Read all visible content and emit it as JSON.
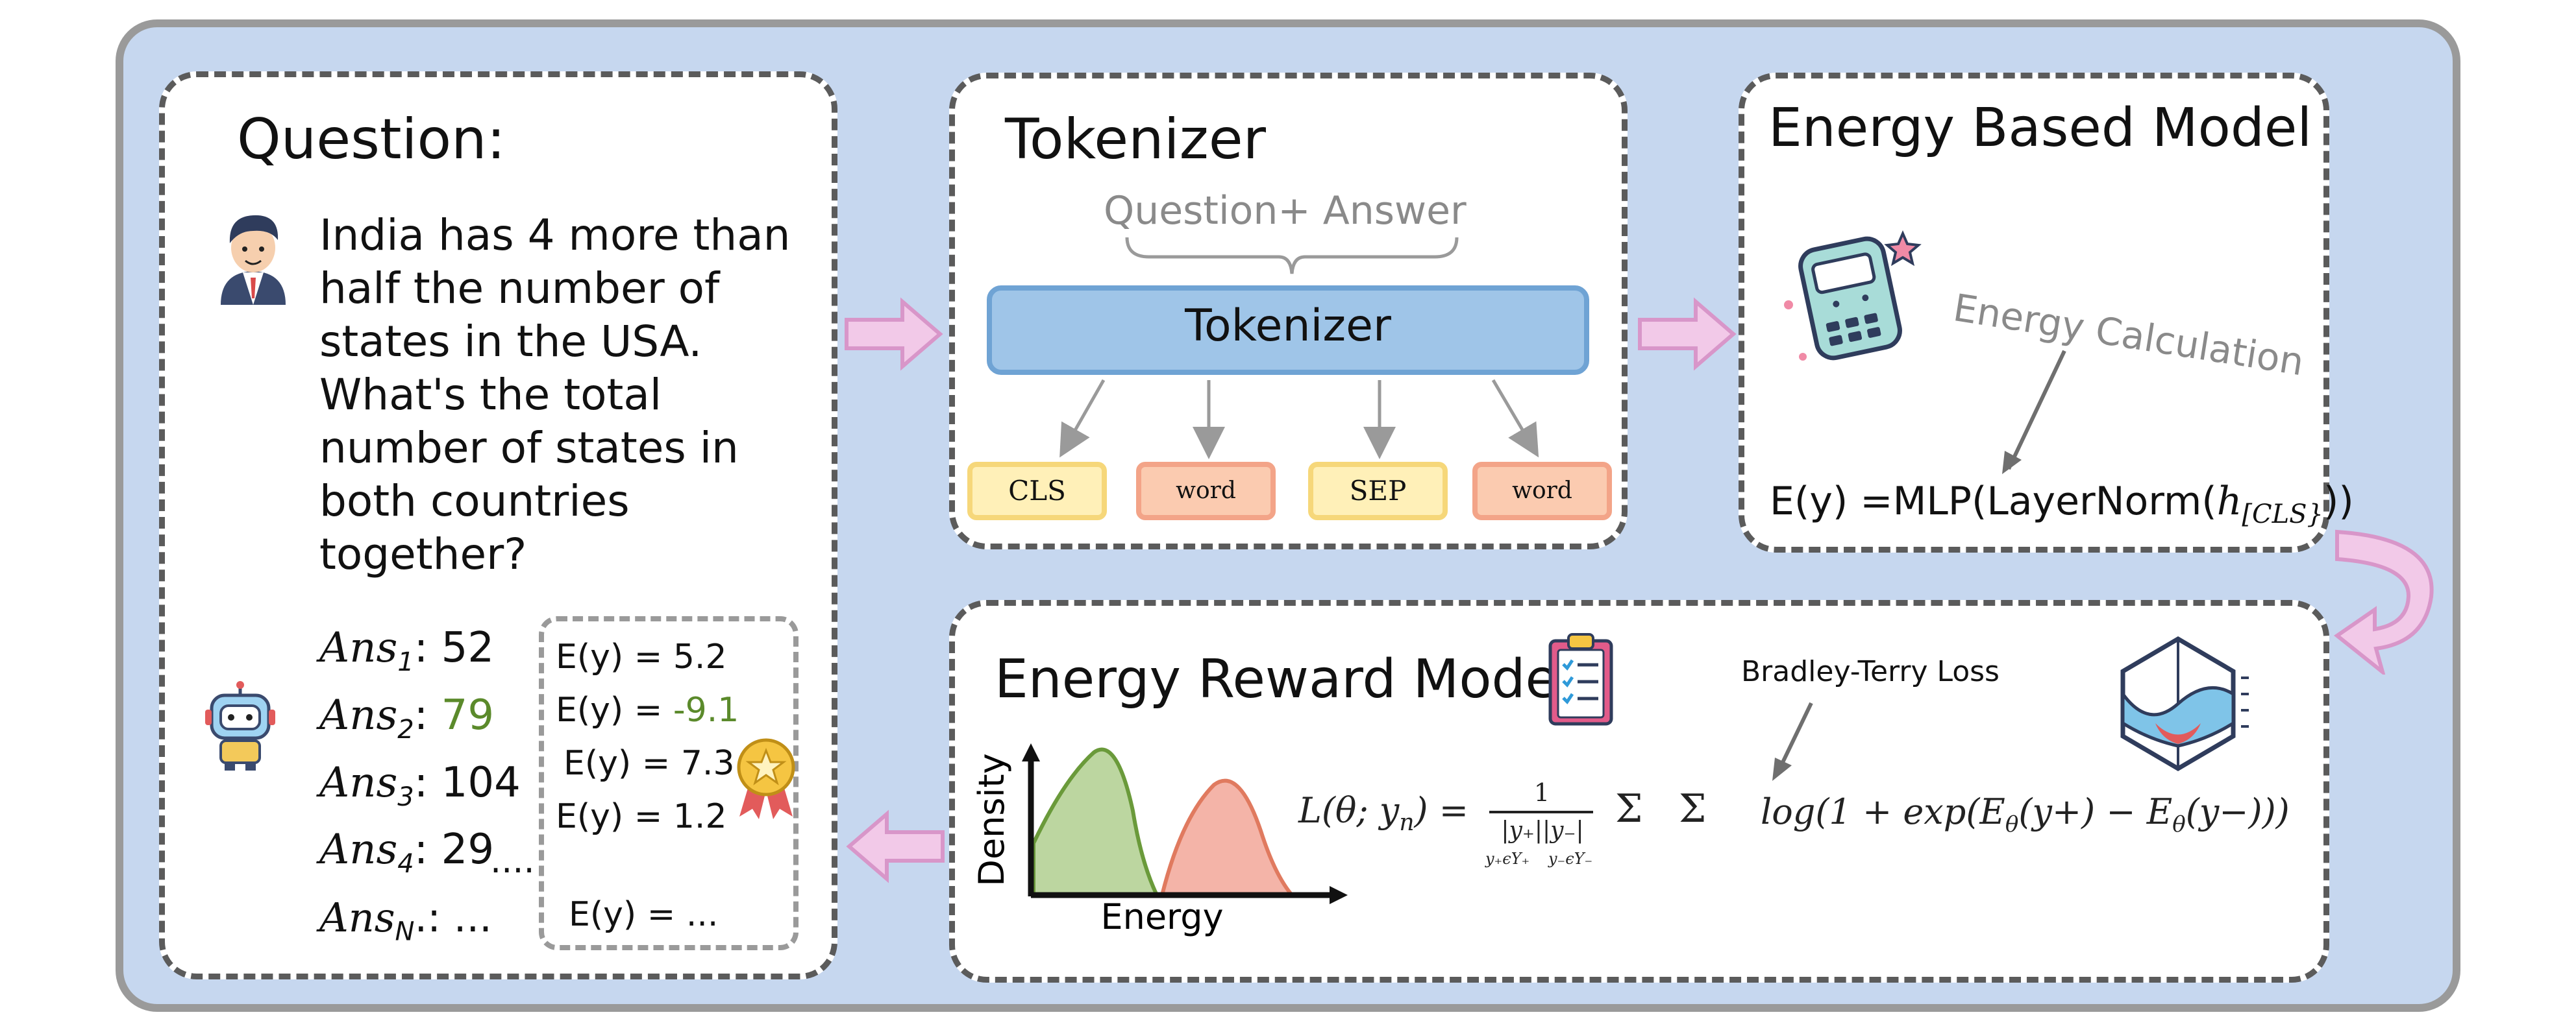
{
  "question_panel": {
    "title": "Question:",
    "question_lines": [
      "India has 4 more than",
      "half the number of",
      "states in the USA.",
      "What's the total",
      "number of states in",
      "both countries",
      "together?"
    ],
    "answers": [
      {
        "label": "Ans",
        "sub": "1",
        "value": "52",
        "energy": "E(y) = 5.2",
        "energy_prefix": "",
        "energy_value": "",
        "value_color": "#111111"
      },
      {
        "label": "Ans",
        "sub": "2",
        "value": "79",
        "energy": "",
        "energy_prefix": "E(y) = ",
        "energy_value": "-9.1",
        "value_color": "#5b8a2b"
      },
      {
        "label": "Ans",
        "sub": "3",
        "value": "104",
        "energy": "E(y) = 7.3",
        "energy_prefix": "",
        "energy_value": "",
        "value_color": "#111111"
      },
      {
        "label": "Ans",
        "sub": "4",
        "value": "29",
        "energy": "E(y) = 1.2",
        "energy_prefix": "",
        "energy_value": "",
        "value_color": "#111111"
      }
    ],
    "ellipsis": "....",
    "last_answer": {
      "label": "Ans",
      "sub": "N",
      "suffix": ".: ...",
      "energy": "E(y) = ..."
    }
  },
  "tokenizer_panel": {
    "title": "Tokenizer",
    "input_label": "Question+ Answer",
    "block_label": "Tokenizer",
    "tokens": [
      {
        "label": "CLS",
        "kind": "special"
      },
      {
        "label": "word",
        "kind": "word"
      },
      {
        "label": "SEP",
        "kind": "special"
      },
      {
        "label": "word",
        "kind": "word"
      }
    ]
  },
  "ebm_panel": {
    "title": "Energy Based  Model",
    "annotation": "Energy Calculation",
    "formula_main": "E(y) =MLP(LayerNorm(",
    "formula_h": "h",
    "formula_sub": "[CLS}",
    "formula_close": "))"
  },
  "erm_panel": {
    "title": "Energy Reward Model",
    "loss_label": "Bradley-Terry  Loss",
    "plot_ylabel": "Density",
    "plot_xlabel": "Energy",
    "loss_lhs": "L(θ; y",
    "loss_lhs_sub": "n",
    "loss_lhs_close": ") =",
    "frac_num": "1",
    "frac_den": "|y₊||y₋|",
    "sum_symbol": "Σ",
    "sum_sub_1": "y₊ϵY₊",
    "sum_sub_2": "y₋ϵY₋",
    "loss_rhs": "log(1 + exp(E",
    "loss_theta": "θ",
    "loss_mid": "(y+) − E",
    "loss_end": "(y−)))"
  },
  "colors": {
    "background": "#c6d7ef",
    "flow_arrow": "#e9b6dd",
    "tokenizer_block": "#9fc5e8",
    "special_token": "#fff0b8",
    "word_token": "#fbcbb0",
    "good_answer": "#5b8a2b",
    "positive_dist": "#bcd6a0",
    "negative_dist": "#f4b4a8"
  },
  "icons": [
    "user-avatar-icon",
    "robot-icon",
    "medal-icon",
    "calculator-icon",
    "clipboard-checklist-icon",
    "3d-surface-plot-icon"
  ]
}
